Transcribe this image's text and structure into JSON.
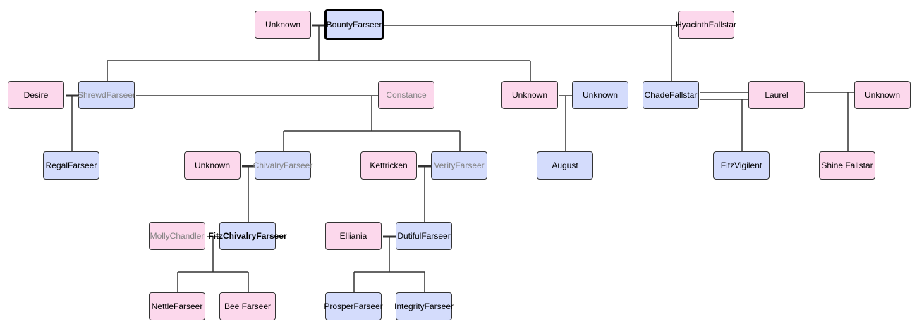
{
  "tree": {
    "nodes": {
      "bounty": {
        "lines": [
          "Bounty",
          "Farseer"
        ],
        "sex": "male"
      },
      "bounty_spouse": {
        "lines": [
          "Unknown"
        ],
        "sex": "female"
      },
      "hyacinth": {
        "lines": [
          "Hyacinth",
          "Fallstar"
        ],
        "sex": "female"
      },
      "desire": {
        "lines": [
          "Desire"
        ],
        "sex": "female"
      },
      "shrewd": {
        "lines": [
          "Shrewd",
          "Farseer"
        ],
        "sex": "male"
      },
      "constance": {
        "lines": [
          "Constance"
        ],
        "sex": "female"
      },
      "unknown_daughter": {
        "lines": [
          "Unknown"
        ],
        "sex": "female"
      },
      "unknown_husband": {
        "lines": [
          "Unknown"
        ],
        "sex": "male"
      },
      "chade": {
        "lines": [
          "Chade",
          "Fallstar"
        ],
        "sex": "male"
      },
      "laurel": {
        "lines": [
          "Laurel"
        ],
        "sex": "female"
      },
      "laurel_spouse": {
        "lines": [
          "Unknown"
        ],
        "sex": "female"
      },
      "regal": {
        "lines": [
          "Regal",
          "Farseer"
        ],
        "sex": "male"
      },
      "chivalry_spouse": {
        "lines": [
          "Unknown"
        ],
        "sex": "female"
      },
      "chivalry": {
        "lines": [
          "Chivalry",
          "Farseer"
        ],
        "sex": "male"
      },
      "kettricken": {
        "lines": [
          "Kettricken"
        ],
        "sex": "female"
      },
      "verity": {
        "lines": [
          "Verity",
          "Farseer"
        ],
        "sex": "male"
      },
      "august": {
        "lines": [
          "August"
        ],
        "sex": "male"
      },
      "fitzvigilent": {
        "lines": [
          "FitzVigilent"
        ],
        "sex": "male"
      },
      "shine": {
        "lines": [
          "Shine Fallstar"
        ],
        "sex": "female"
      },
      "molly": {
        "lines": [
          "Molly",
          "Chandler"
        ],
        "sex": "female"
      },
      "fitz": {
        "lines": [
          "FitzChivalry",
          "Farseer"
        ],
        "sex": "male"
      },
      "elliania": {
        "lines": [
          "Elliania"
        ],
        "sex": "female"
      },
      "dutiful": {
        "lines": [
          "Dutiful",
          "Farseer"
        ],
        "sex": "male"
      },
      "nettle": {
        "lines": [
          "Nettle",
          "Farseer"
        ],
        "sex": "female"
      },
      "bee": {
        "lines": [
          "Bee Farseer"
        ],
        "sex": "female"
      },
      "prosper": {
        "lines": [
          "Prosper",
          "Farseer"
        ],
        "sex": "male"
      },
      "integrity": {
        "lines": [
          "Integrity",
          "Farseer"
        ],
        "sex": "male"
      }
    }
  }
}
